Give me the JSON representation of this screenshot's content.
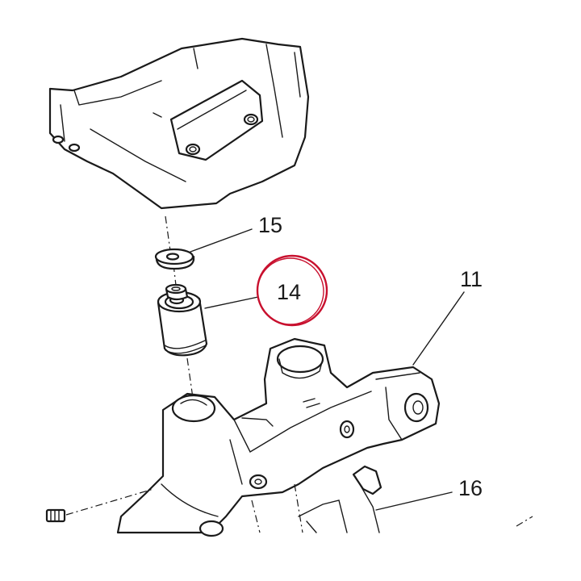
{
  "callouts": {
    "part_11": "11",
    "part_14": "14",
    "part_15": "15",
    "part_16": "16"
  },
  "highlight": {
    "target": "14",
    "color": "#c8102e"
  }
}
